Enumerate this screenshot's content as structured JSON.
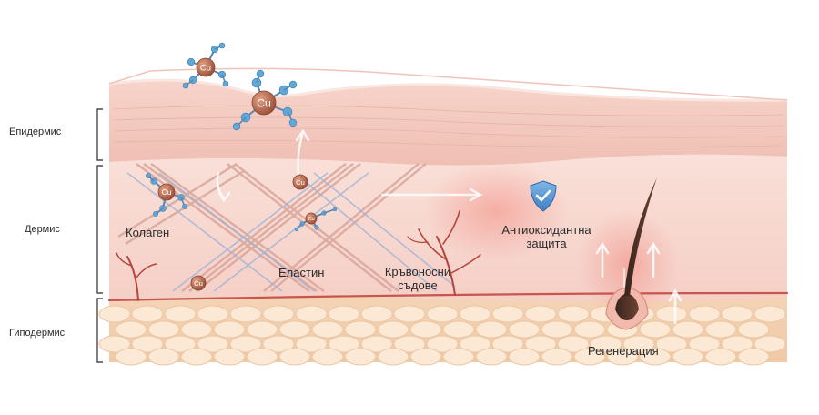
{
  "layers": [
    {
      "key": "epidermis",
      "label": "Епидермис"
    },
    {
      "key": "dermis",
      "label": "Дермис"
    },
    {
      "key": "hypodermis",
      "label": "Гиподермис"
    }
  ],
  "labels": {
    "collagen": "Колаген",
    "elastin": "Еластин",
    "vessels_line1": "Кръвоносни",
    "vessels_line2": "съдове",
    "antioxidant_line1": "Антиоксидантна",
    "antioxidant_line2": "защита",
    "regeneration": "Регенерация"
  },
  "molecule_symbol": "Cu",
  "icons": [
    "copper-peptide-molecule-icon",
    "copper-ion-icon",
    "shield-check-icon",
    "upward-arrow-icon",
    "hair-follicle-icon"
  ],
  "colors": {
    "epidermis": "#f4c7bd",
    "dermis": "#f8d9d0",
    "hypodermis": "#f6dcc0",
    "fat_cell": "#fbe9d6",
    "collagen_fiber": "#d9a59a",
    "elastin_fiber": "#9fb3d6",
    "vessel": "#b5453d",
    "copper": "#b8664a",
    "molecule_node": "#5fa8d8",
    "shield": "#4f8fcf"
  }
}
